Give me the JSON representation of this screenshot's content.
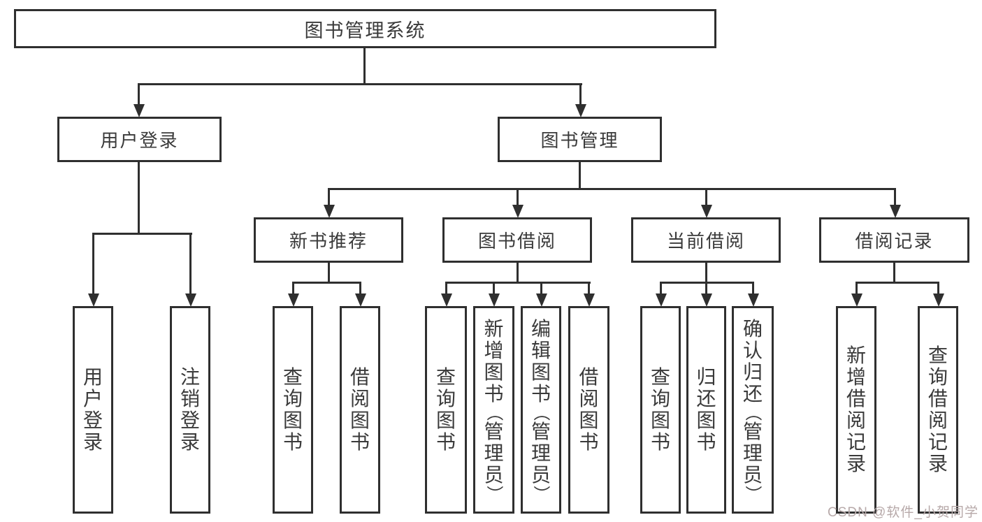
{
  "root": {
    "label": "图书管理系统"
  },
  "level2": {
    "user_login": {
      "label": "用户登录"
    },
    "book_management": {
      "label": "图书管理"
    }
  },
  "level3": {
    "new_book_recommend": {
      "label": "新书推荐"
    },
    "book_borrowing": {
      "label": "图书借阅"
    },
    "current_borrowing": {
      "label": "当前借阅"
    },
    "borrowing_records": {
      "label": "借阅记录"
    }
  },
  "leaves": {
    "user_login": {
      "label": "用户登录"
    },
    "logout_login": {
      "label": "注销登录"
    },
    "recommend_query_books": {
      "label": "查询图书"
    },
    "recommend_borrow_books": {
      "label": "借阅图书"
    },
    "borrowing_query_books": {
      "label": "查询图书"
    },
    "borrowing_add_books_admin": {
      "label": "新增图书（管理员）"
    },
    "borrowing_edit_books_admin": {
      "label": "编辑图书（管理员）"
    },
    "borrowing_borrow_books": {
      "label": "借阅图书"
    },
    "current_query_books": {
      "label": "查询图书"
    },
    "current_return_books": {
      "label": "归还图书"
    },
    "current_confirm_return_admin": {
      "label": "确认归还（管理员）"
    },
    "records_add_borrow_record": {
      "label": "新增借阅记录"
    },
    "records_query_borrow_record": {
      "label": "查询借阅记录"
    }
  },
  "watermark": {
    "text": "CSDN @软件_小贺同学"
  },
  "colors": {
    "line": "#2f2f2f",
    "text": "#3a3a3a",
    "watermark": "#b7a9a9",
    "background": "#ffffff"
  }
}
